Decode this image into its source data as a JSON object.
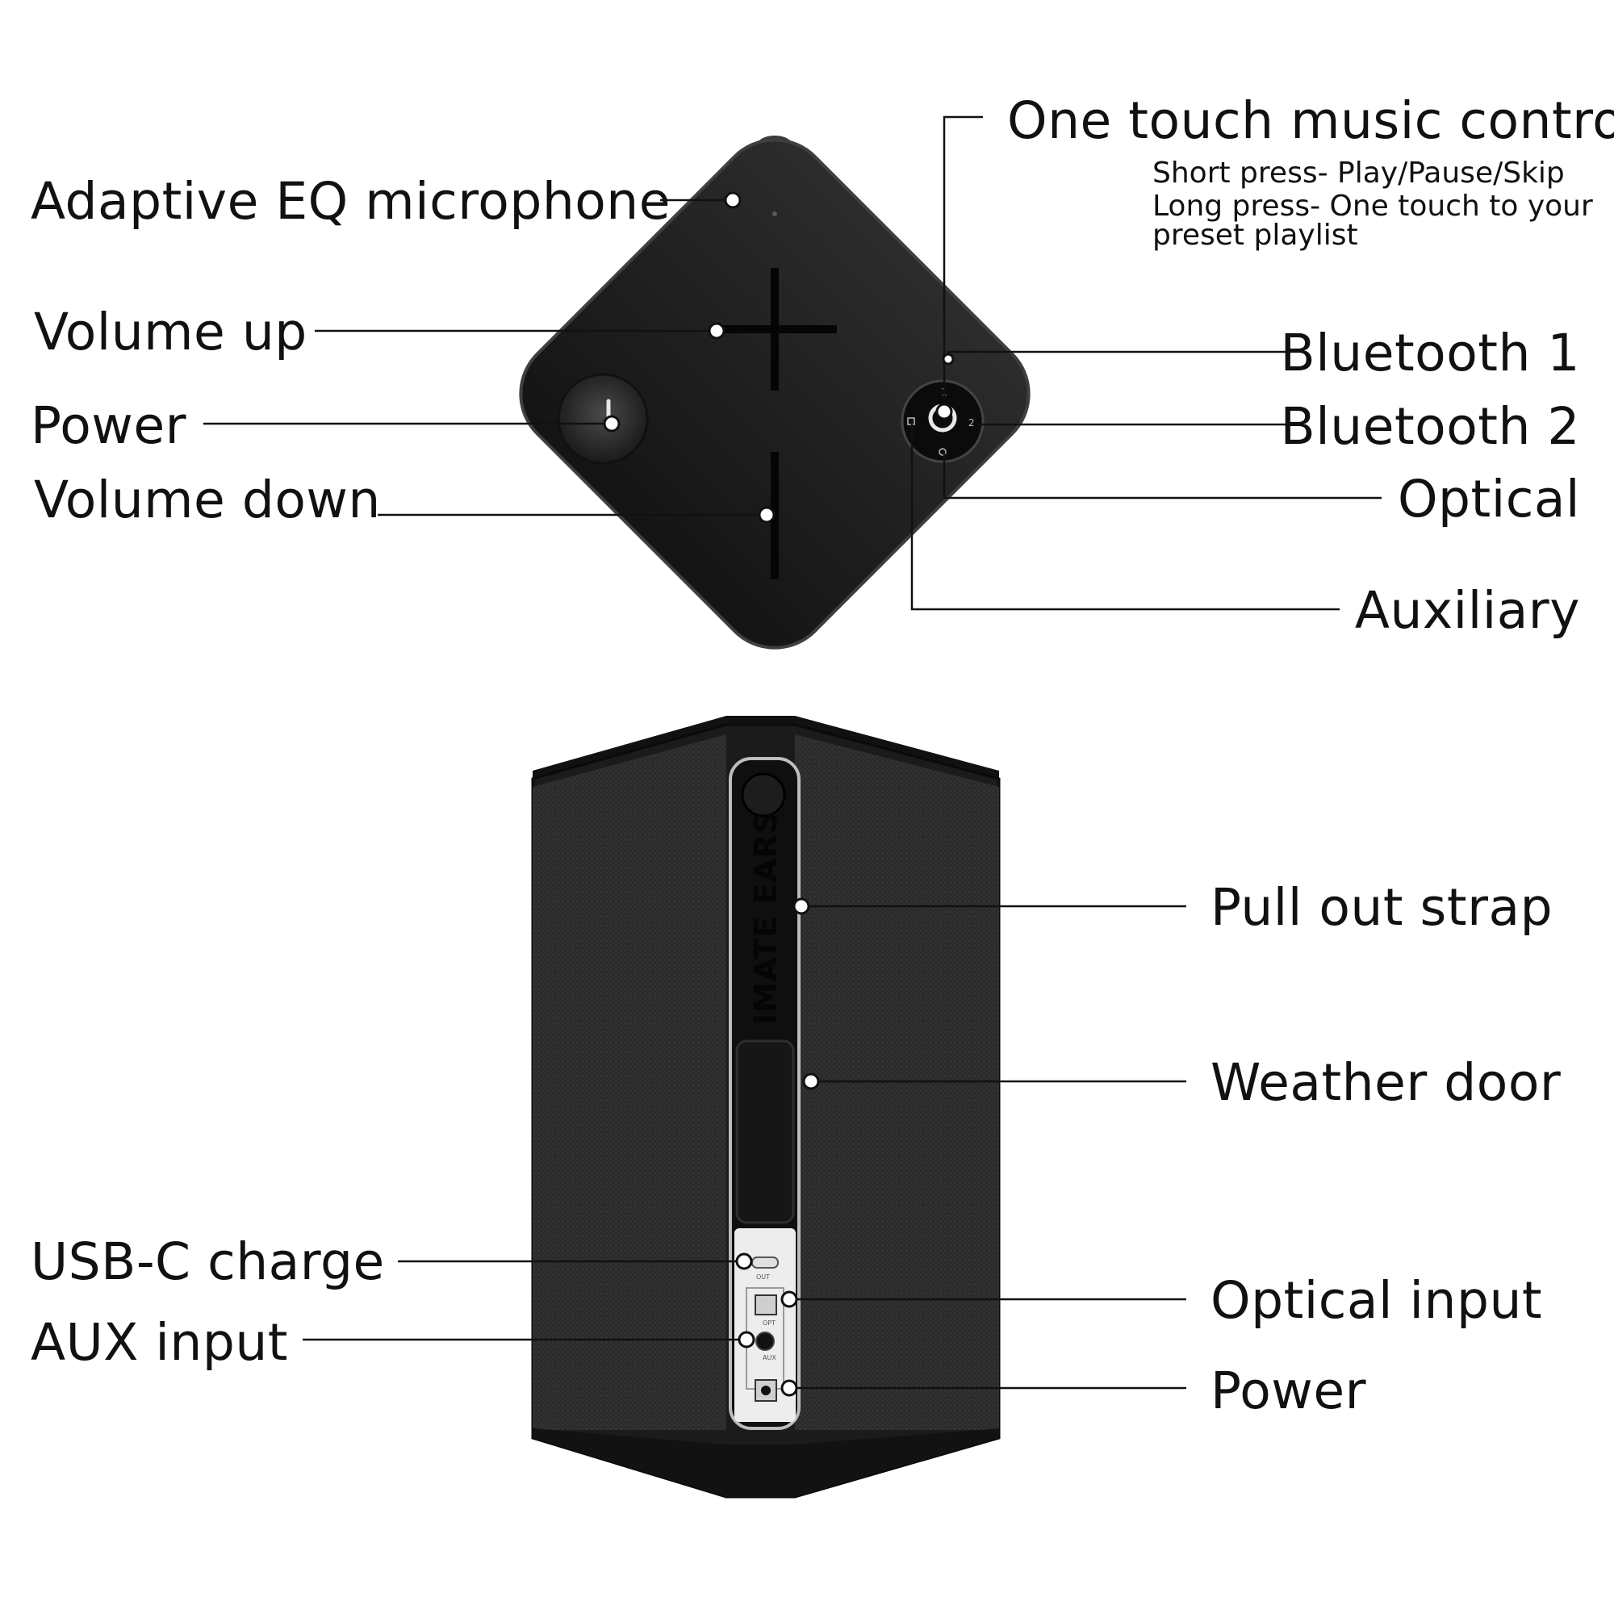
{
  "top_view": {
    "labels": {
      "one_touch": "One touch music control",
      "one_touch_short": "Short press- Play/Pause/Skip",
      "one_touch_long_1": "Long press- One touch to your",
      "one_touch_long_2": "preset playlist",
      "adaptive_eq": "Adaptive EQ microphone",
      "volume_up": "Volume up",
      "power": "Power",
      "volume_down": "Volume down",
      "bluetooth_1": "Bluetooth 1",
      "bluetooth_2": "Bluetooth 2",
      "optical": "Optical",
      "auxiliary": "Auxiliary"
    },
    "control_marks": {
      "bt1": "1",
      "bt2": "2",
      "port_out": "OUT",
      "port_opt": "OPT",
      "port_aux": "AUX"
    }
  },
  "side_view": {
    "brand_text": "IMATE EARS",
    "labels": {
      "pull_out_strap": "Pull out strap",
      "weather_door": "Weather door",
      "usb_c_charge": "USB-C charge",
      "aux_input": "AUX input",
      "optical_input": "Optical input",
      "power": "Power"
    }
  },
  "colors": {
    "speaker_body": "#1c1c1d",
    "fabric": "#2b2b2c",
    "leader_line": "#111111",
    "port_panel": "#eeeeee"
  }
}
